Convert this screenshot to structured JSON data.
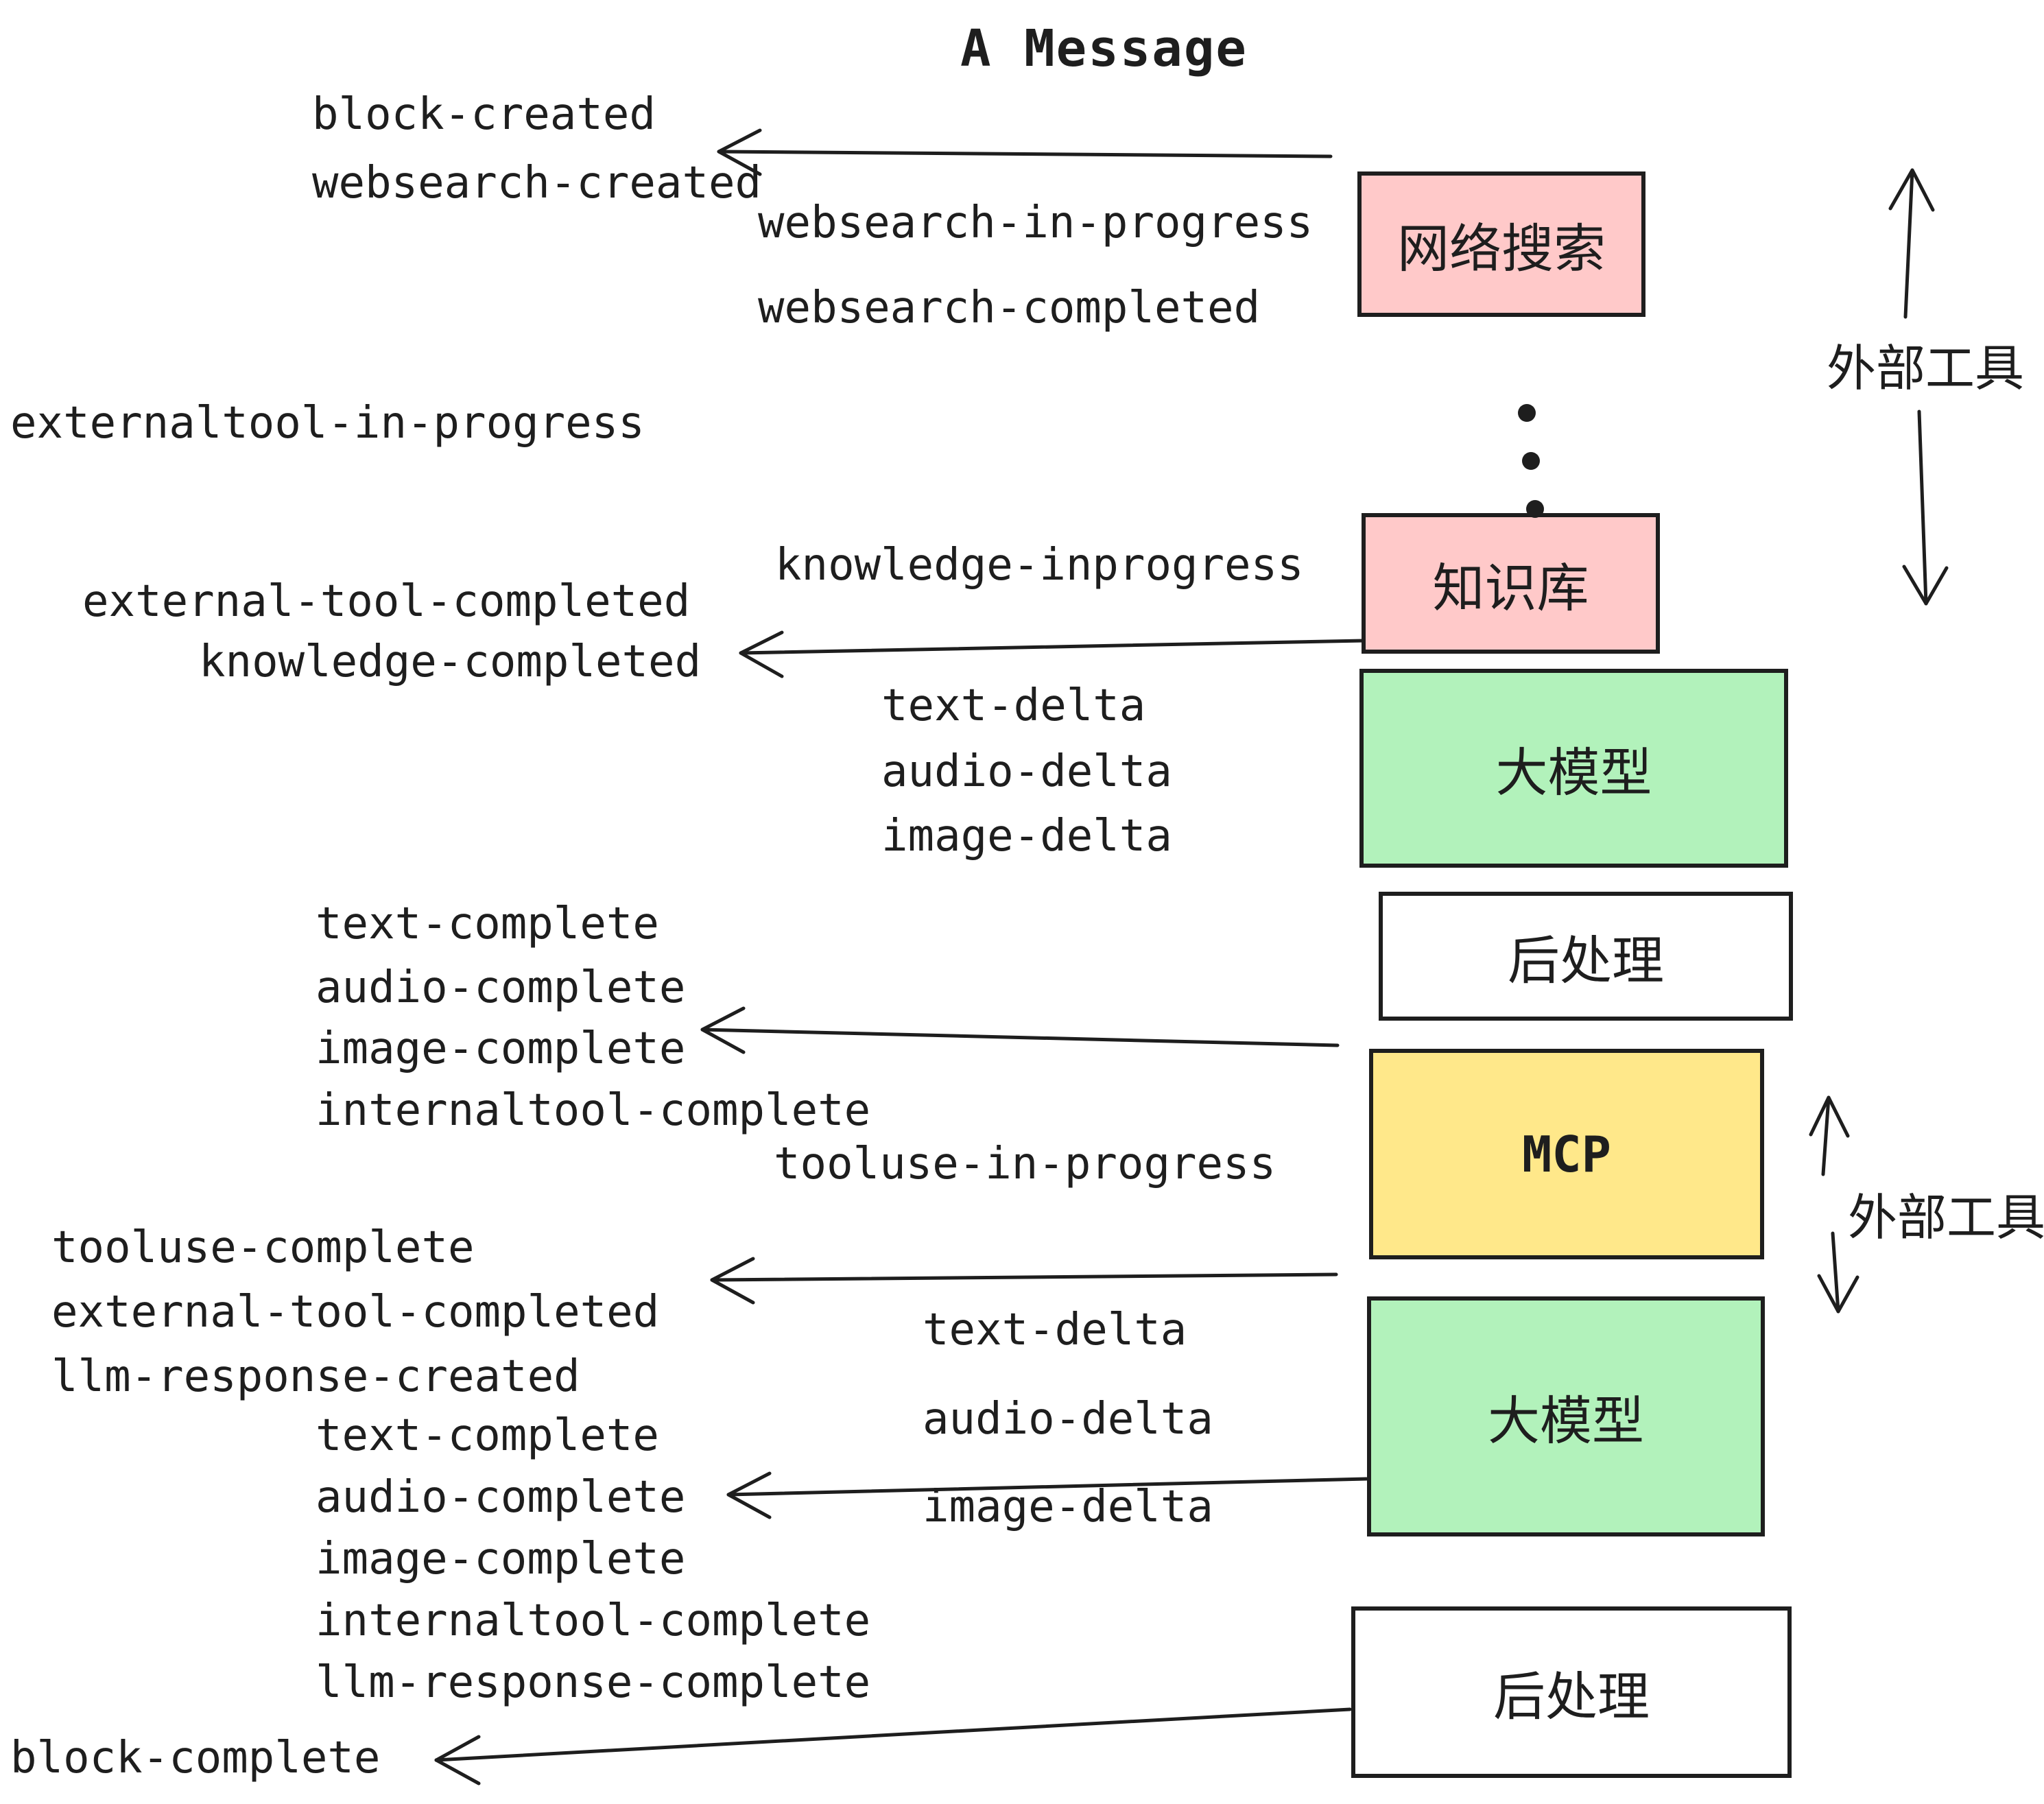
{
  "title": "A Message",
  "events": {
    "block_created": "block-created",
    "websearch_created": "websearch-created",
    "websearch_in_progress": "websearch-in-progress",
    "websearch_completed": "websearch-completed",
    "externaltool_in_progress": "externaltool-in-progress",
    "knowledge_inprogress": "knowledge-inprogress",
    "external_tool_completed": "external-tool-completed",
    "knowledge_completed": "knowledge-completed",
    "text_delta": "text-delta",
    "audio_delta": "audio-delta",
    "image_delta": "image-delta",
    "text_complete": "text-complete",
    "audio_complete": "audio-complete",
    "image_complete": "image-complete",
    "internaltool_complete": "internaltool-complete",
    "tooluse_in_progress": "tooluse-in-progress",
    "tooluse_complete": "tooluse-complete",
    "llm_response_created": "llm-response-created",
    "llm_response_complete": "llm-response-complete",
    "block_complete": "block-complete"
  },
  "boxes": {
    "websearch": {
      "label": "网络搜索",
      "fill": "#ffc9c9"
    },
    "knowledge": {
      "label": "知识库",
      "fill": "#ffc9c9"
    },
    "llm_1": {
      "label": "大模型",
      "fill": "#b2f2bb"
    },
    "post_1": {
      "label": "后处理",
      "fill": "#ffffff"
    },
    "mcp": {
      "label": "MCP",
      "fill": "#ffe88a"
    },
    "llm_2": {
      "label": "大模型",
      "fill": "#b2f2bb"
    },
    "post_2": {
      "label": "后处理",
      "fill": "#ffffff"
    }
  },
  "annotations": {
    "external_tools_top": "外部工具",
    "external_tools_mid": "外部工具"
  },
  "colors": {
    "stroke": "#1e1e1e",
    "pink": "#ffc9c9",
    "green": "#b2f2bb",
    "yellow": "#ffe88a",
    "white": "#ffffff"
  }
}
